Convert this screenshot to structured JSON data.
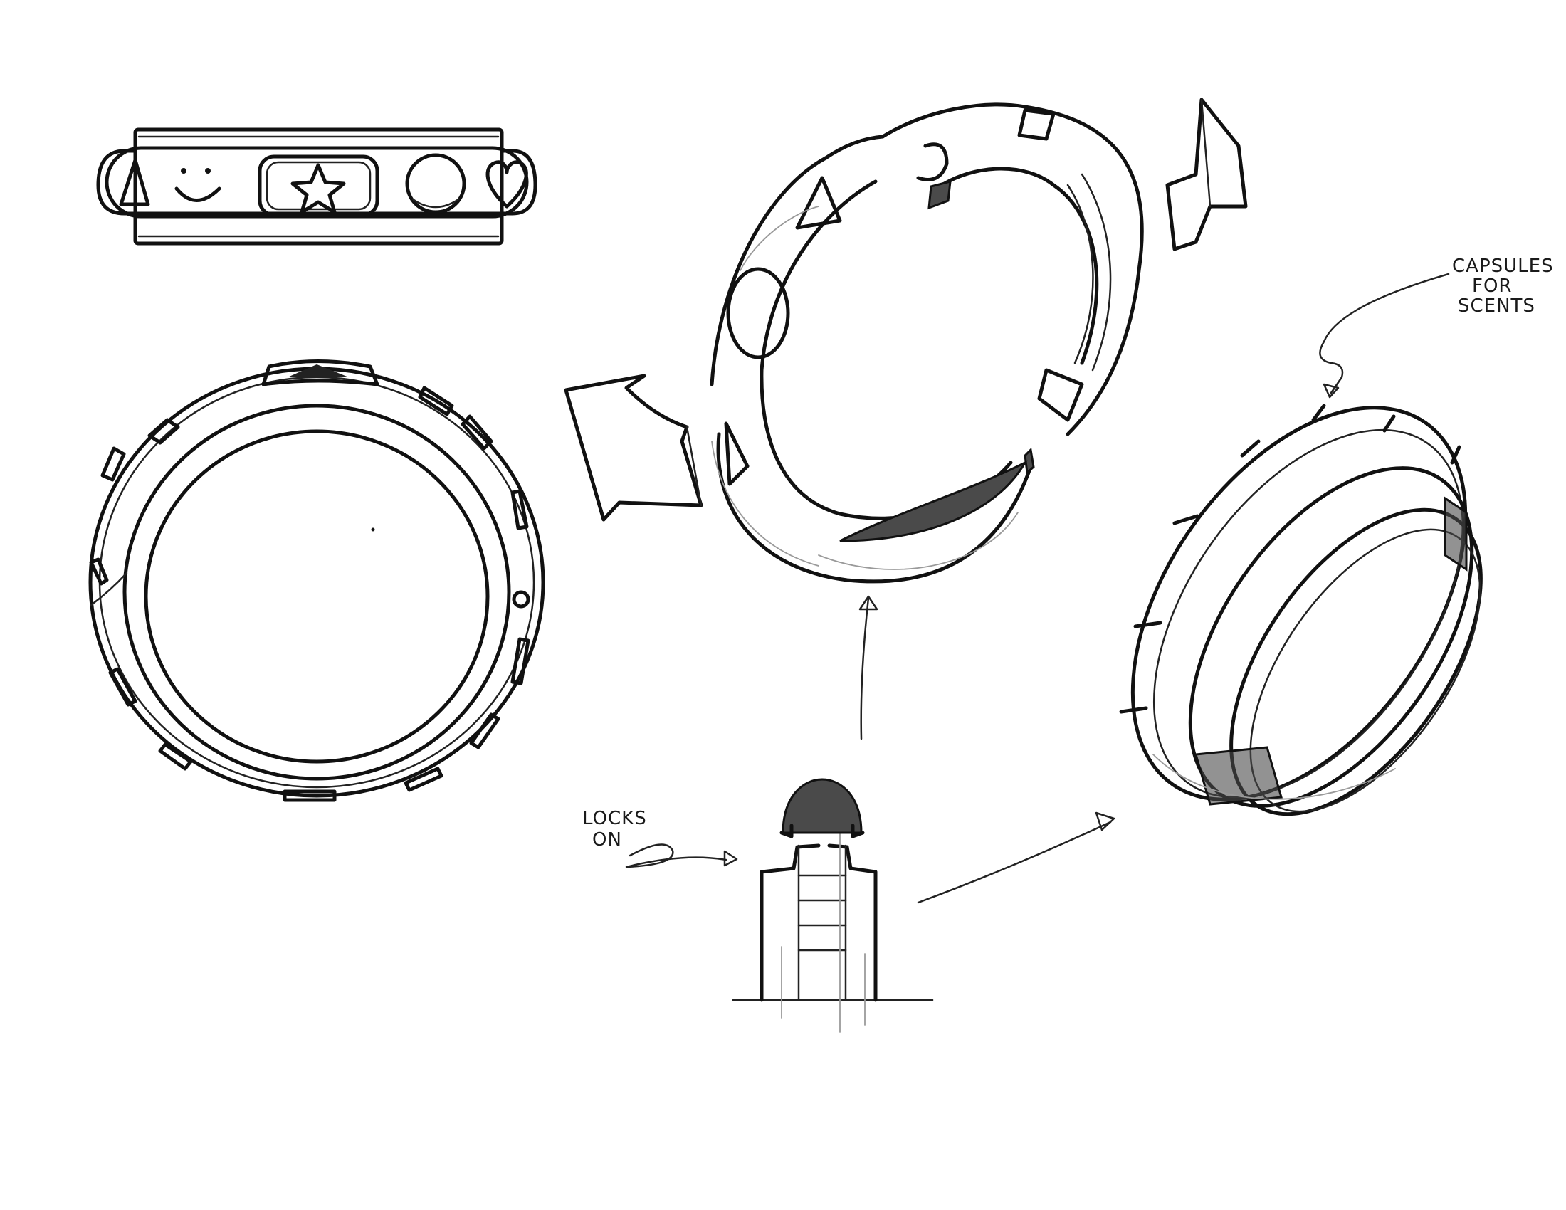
{
  "annotations": {
    "capsules_line1": "CAPSULES",
    "capsules_line2": "FOR",
    "capsules_line3": "SCENTS",
    "locks_line1": "LOCKS",
    "locks_line2": "ON"
  },
  "colors": {
    "ink": "#111111",
    "paper": "#ffffff",
    "hatch": "#4a4a4a"
  },
  "icons": [
    "triangle-icon",
    "smiley-icon",
    "star-icon",
    "circle-icon",
    "heart-icon"
  ]
}
